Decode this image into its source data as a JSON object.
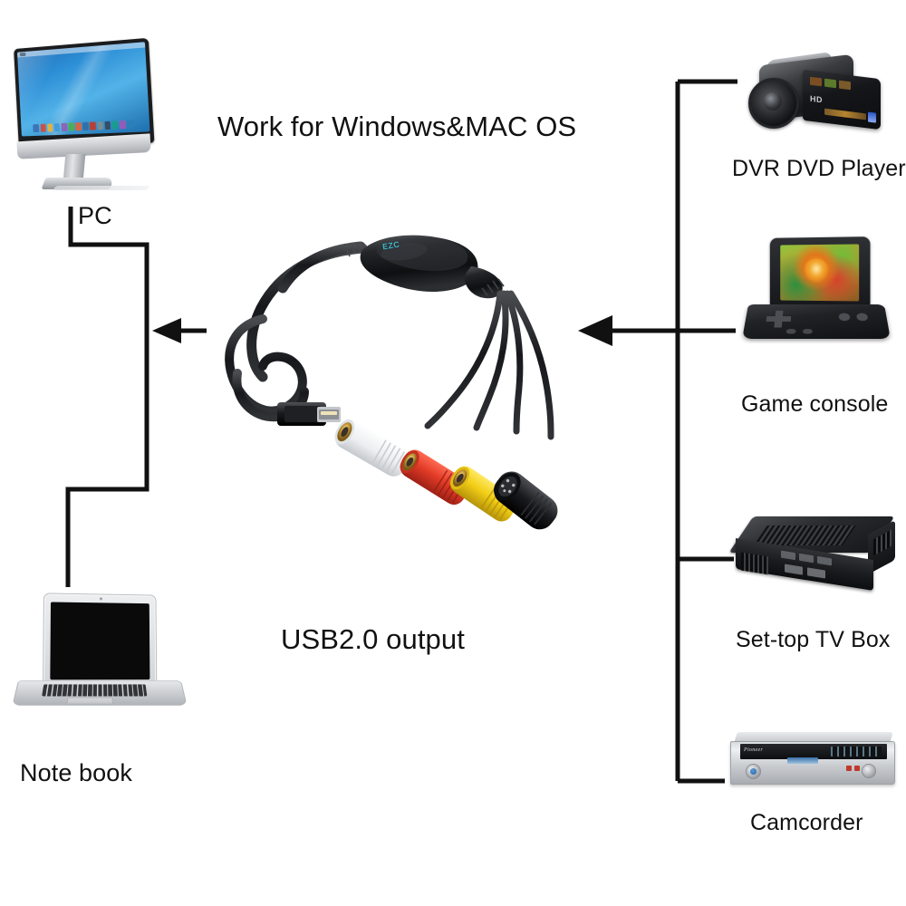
{
  "diagram": {
    "title": "Work for Windows&MAC OS",
    "center_caption": "USB2.0 output",
    "background_color": "#ffffff",
    "line_color": "#111111"
  },
  "left_devices": [
    {
      "label": "PC",
      "icon": "desktop-monitor-icon"
    },
    {
      "label": "Note book",
      "icon": "laptop-icon"
    }
  ],
  "right_devices": [
    {
      "label": "DVR DVD Player",
      "icon": "camcorder-icon"
    },
    {
      "label": "Game console",
      "icon": "handheld-console-icon"
    },
    {
      "label": "Set-top TV Box",
      "icon": "set-top-box-icon"
    },
    {
      "label": "Camcorder",
      "icon": "dvd-recorder-icon"
    }
  ],
  "capture_device": {
    "name": "usb-video-capture-adapter",
    "module_logo": "EZC",
    "usb_connector": "USB-A",
    "connectors": [
      {
        "name": "rca-audio-left",
        "color": "#f2f3f5",
        "label": "white"
      },
      {
        "name": "rca-audio-right",
        "color": "#e23b27",
        "label": "red"
      },
      {
        "name": "rca-composite-video",
        "color": "#f2ce16",
        "label": "yellow"
      },
      {
        "name": "s-video-mini-din",
        "color": "#141518",
        "label": "black"
      }
    ]
  },
  "arrows": [
    {
      "name": "arrow-to-pc-bus",
      "direction": "left"
    },
    {
      "name": "arrow-to-capture-device",
      "direction": "left"
    }
  ]
}
